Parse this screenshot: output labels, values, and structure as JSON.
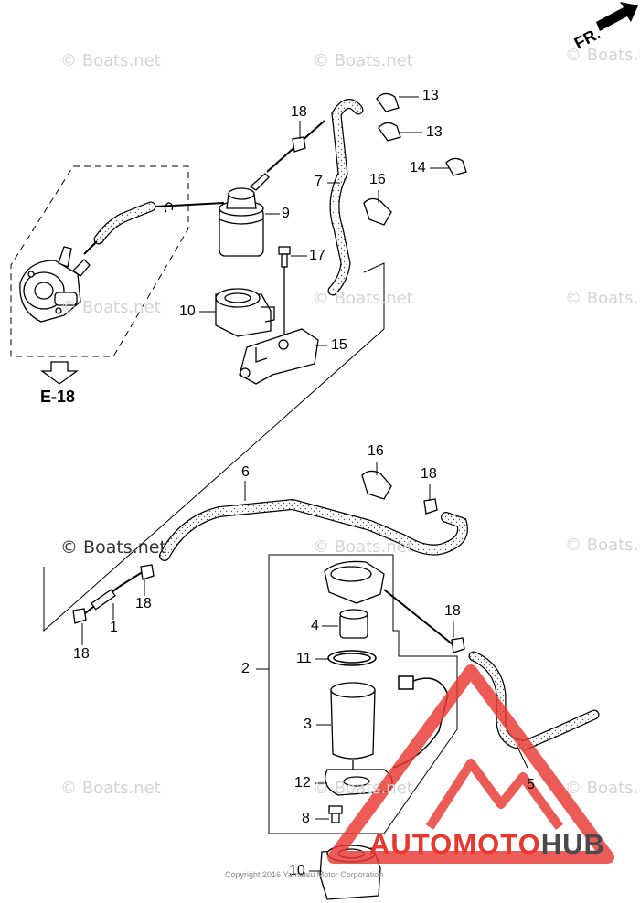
{
  "watermark": "© Boats.net",
  "direction_label": "FR.",
  "reference_label": "E-18",
  "copyright": "Copyright 2016 Yamatsu Motor Corporation",
  "logo": {
    "part1": "AUTO",
    "part2": "MOTO",
    "part3": "HUB",
    "color_red": "#e8372f",
    "color_gray": "#4a4a4a"
  },
  "callouts": {
    "c13a": "13",
    "c13b": "13",
    "c14": "14",
    "c18a": "18",
    "c7": "7",
    "c16a": "16",
    "c9": "9",
    "c17": "17",
    "c10a": "10",
    "c15": "15",
    "c6": "6",
    "c16b": "16",
    "c18b": "18",
    "c18c": "18",
    "c1": "1",
    "c18d": "18",
    "c4": "4",
    "c18e": "18",
    "c2": "2",
    "c11": "11",
    "c3": "3",
    "c12": "12",
    "c5": "5",
    "c8": "8",
    "c10b": "10"
  }
}
